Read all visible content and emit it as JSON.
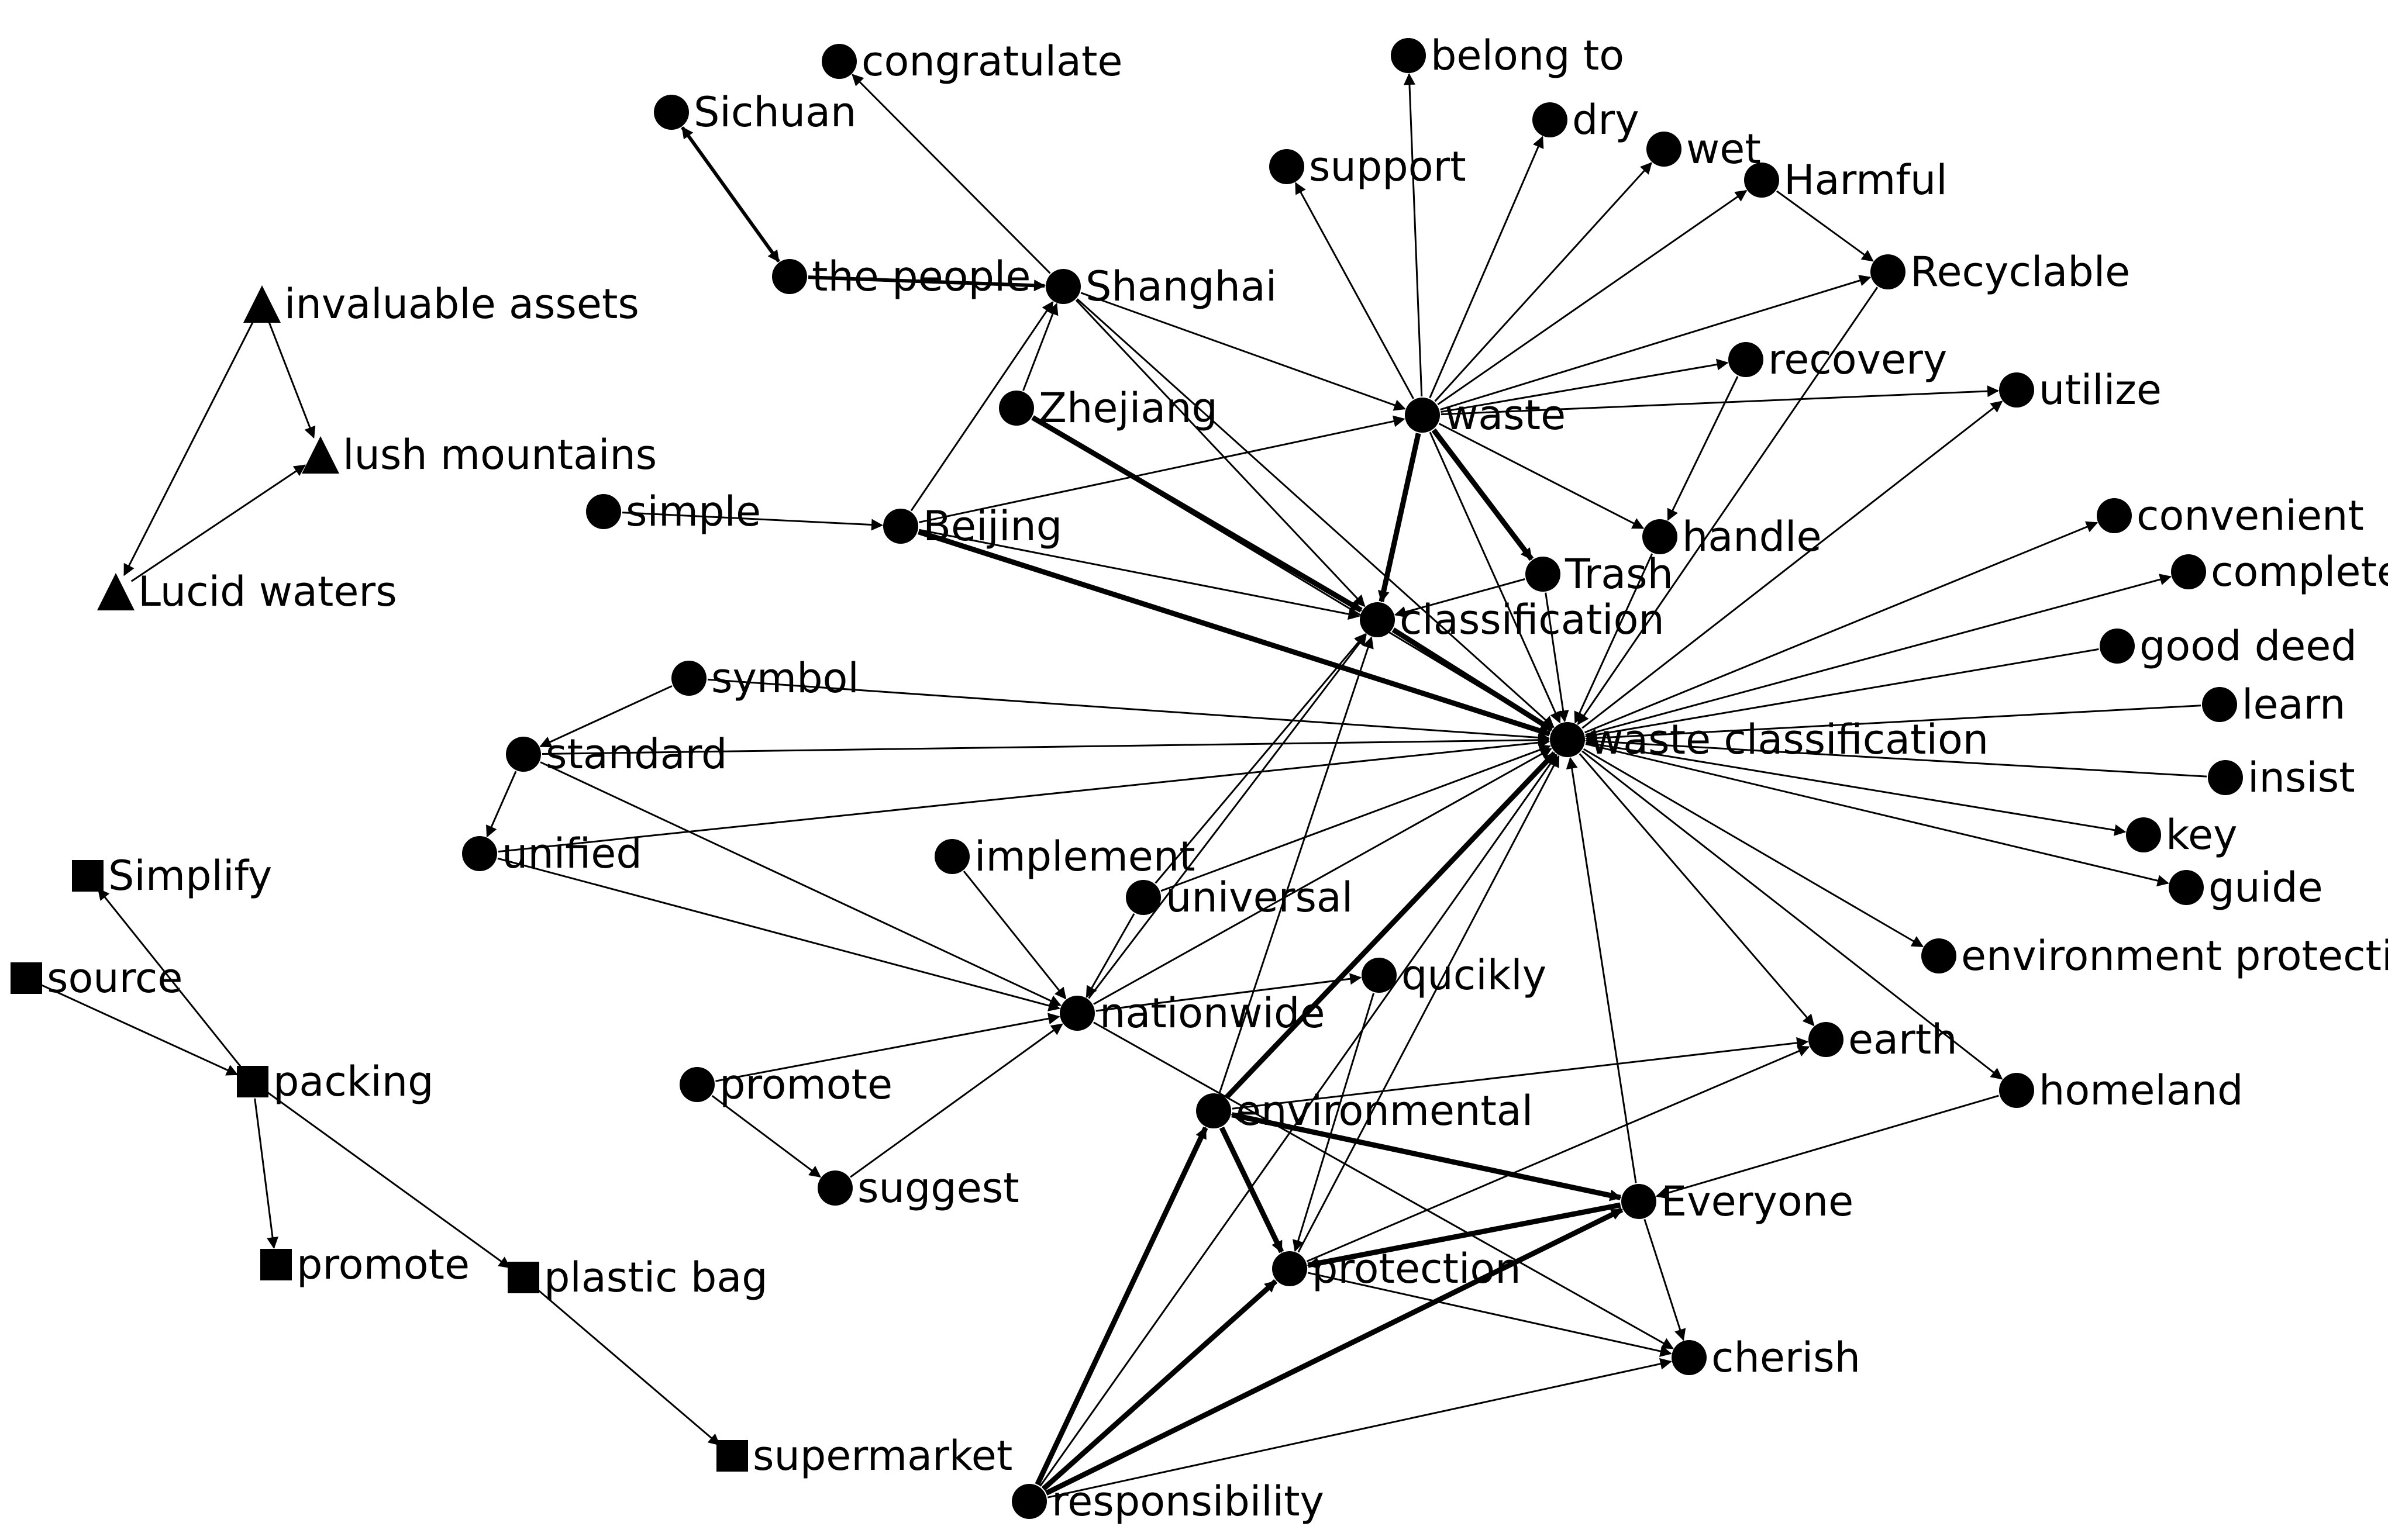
{
  "nodes": [
    {
      "id": "invaluable_assets",
      "label": "invaluable assets",
      "shape": "triangle"
    },
    {
      "id": "lush_mountains",
      "label": "lush mountains",
      "shape": "triangle"
    },
    {
      "id": "lucid_waters",
      "label": "Lucid waters",
      "shape": "triangle"
    },
    {
      "id": "simplify",
      "label": "Simplify",
      "shape": "square"
    },
    {
      "id": "source",
      "label": "source",
      "shape": "square"
    },
    {
      "id": "packing",
      "label": "packing",
      "shape": "square"
    },
    {
      "id": "promote_sq",
      "label": "promote",
      "shape": "square"
    },
    {
      "id": "plastic_bag",
      "label": "plastic bag",
      "shape": "square"
    },
    {
      "id": "supermarket",
      "label": "supermarket",
      "shape": "square"
    },
    {
      "id": "congratulate",
      "label": "congratulate",
      "shape": "circle"
    },
    {
      "id": "sichuan",
      "label": "Sichuan",
      "shape": "circle"
    },
    {
      "id": "the_people",
      "label": "the people",
      "shape": "circle"
    },
    {
      "id": "shanghai",
      "label": "Shanghai",
      "shape": "circle"
    },
    {
      "id": "zhejiang",
      "label": "Zhejiang",
      "shape": "circle"
    },
    {
      "id": "simple",
      "label": "simple",
      "shape": "circle"
    },
    {
      "id": "beijing",
      "label": "Beijing",
      "shape": "circle"
    },
    {
      "id": "belong_to",
      "label": "belong to",
      "shape": "circle"
    },
    {
      "id": "support",
      "label": "support",
      "shape": "circle"
    },
    {
      "id": "dry",
      "label": "dry",
      "shape": "circle"
    },
    {
      "id": "wet",
      "label": "wet",
      "shape": "circle"
    },
    {
      "id": "harmful",
      "label": "Harmful",
      "shape": "circle"
    },
    {
      "id": "recyclable",
      "label": "Recyclable",
      "shape": "circle"
    },
    {
      "id": "recovery",
      "label": "recovery",
      "shape": "circle"
    },
    {
      "id": "utilize",
      "label": "utilize",
      "shape": "circle"
    },
    {
      "id": "waste",
      "label": "waste",
      "shape": "circle"
    },
    {
      "id": "handle",
      "label": "handle",
      "shape": "circle"
    },
    {
      "id": "trash",
      "label": "Trash",
      "shape": "circle"
    },
    {
      "id": "classification",
      "label": "classification",
      "shape": "circle"
    },
    {
      "id": "waste_classification",
      "label": "waste classification",
      "shape": "circle"
    },
    {
      "id": "convenient",
      "label": "convenient",
      "shape": "circle"
    },
    {
      "id": "complete",
      "label": "complete",
      "shape": "circle"
    },
    {
      "id": "good_deed",
      "label": "good deed",
      "shape": "circle"
    },
    {
      "id": "learn",
      "label": "learn",
      "shape": "circle"
    },
    {
      "id": "insist",
      "label": "insist",
      "shape": "circle"
    },
    {
      "id": "key",
      "label": "key",
      "shape": "circle"
    },
    {
      "id": "guide",
      "label": "guide",
      "shape": "circle"
    },
    {
      "id": "environment_protection",
      "label": "environment protection",
      "shape": "circle"
    },
    {
      "id": "symbol",
      "label": "symbol",
      "shape": "circle"
    },
    {
      "id": "standard",
      "label": "standard",
      "shape": "circle"
    },
    {
      "id": "unified",
      "label": "unified",
      "shape": "circle"
    },
    {
      "id": "implement",
      "label": "implement",
      "shape": "circle"
    },
    {
      "id": "universal",
      "label": "universal",
      "shape": "circle"
    },
    {
      "id": "qucikly",
      "label": "qucikly",
      "shape": "circle"
    },
    {
      "id": "nationwide",
      "label": "nationwide",
      "shape": "circle"
    },
    {
      "id": "promote_c",
      "label": "promote",
      "shape": "circle"
    },
    {
      "id": "suggest",
      "label": "suggest",
      "shape": "circle"
    },
    {
      "id": "earth",
      "label": "earth",
      "shape": "circle"
    },
    {
      "id": "homeland",
      "label": "homeland",
      "shape": "circle"
    },
    {
      "id": "environmental",
      "label": "environmental",
      "shape": "circle"
    },
    {
      "id": "everyone",
      "label": "Everyone",
      "shape": "circle"
    },
    {
      "id": "protection",
      "label": "protection",
      "shape": "circle"
    },
    {
      "id": "cherish",
      "label": "cherish",
      "shape": "circle"
    },
    {
      "id": "responsibility",
      "label": "responsibility",
      "shape": "circle"
    }
  ],
  "edges": [
    {
      "source": "invaluable_assets",
      "target": "lush_mountains",
      "weight": 1
    },
    {
      "source": "invaluable_assets",
      "target": "lucid_waters",
      "weight": 1
    },
    {
      "source": "lucid_waters",
      "target": "lush_mountains",
      "weight": 1
    },
    {
      "source": "packing",
      "target": "simplify",
      "weight": 1
    },
    {
      "source": "source",
      "target": "packing",
      "weight": 1
    },
    {
      "source": "packing",
      "target": "promote_sq",
      "weight": 1
    },
    {
      "source": "packing",
      "target": "plastic_bag",
      "weight": 1
    },
    {
      "source": "plastic_bag",
      "target": "supermarket",
      "weight": 1
    },
    {
      "source": "the_people",
      "target": "sichuan",
      "weight": 1
    },
    {
      "source": "sichuan",
      "target": "the_people",
      "weight": 2
    },
    {
      "source": "shanghai",
      "target": "congratulate",
      "weight": 1
    },
    {
      "source": "the_people",
      "target": "shanghai",
      "weight": 2
    },
    {
      "source": "zhejiang",
      "target": "shanghai",
      "weight": 1
    },
    {
      "source": "beijing",
      "target": "shanghai",
      "weight": 1
    },
    {
      "source": "simple",
      "target": "beijing",
      "weight": 1
    },
    {
      "source": "shanghai",
      "target": "classification",
      "weight": 1
    },
    {
      "source": "shanghai",
      "target": "waste_classification",
      "weight": 1
    },
    {
      "source": "shanghai",
      "target": "waste",
      "weight": 1
    },
    {
      "source": "zhejiang",
      "target": "classification",
      "weight": 3
    },
    {
      "source": "zhejiang",
      "target": "waste_classification",
      "weight": 1
    },
    {
      "source": "beijing",
      "target": "classification",
      "weight": 1
    },
    {
      "source": "beijing",
      "target": "waste_classification",
      "weight": 3
    },
    {
      "source": "beijing",
      "target": "waste",
      "weight": 1
    },
    {
      "source": "waste",
      "target": "belong_to",
      "weight": 1
    },
    {
      "source": "waste",
      "target": "support",
      "weight": 1
    },
    {
      "source": "waste",
      "target": "dry",
      "weight": 1
    },
    {
      "source": "waste",
      "target": "wet",
      "weight": 1
    },
    {
      "source": "waste",
      "target": "harmful",
      "weight": 1
    },
    {
      "source": "harmful",
      "target": "recyclable",
      "weight": 1
    },
    {
      "source": "waste",
      "target": "recyclable",
      "weight": 1
    },
    {
      "source": "waste",
      "target": "recovery",
      "weight": 1
    },
    {
      "source": "waste",
      "target": "utilize",
      "weight": 1
    },
    {
      "source": "waste",
      "target": "handle",
      "weight": 1
    },
    {
      "source": "waste",
      "target": "trash",
      "weight": 3
    },
    {
      "source": "waste",
      "target": "classification",
      "weight": 3
    },
    {
      "source": "waste",
      "target": "waste_classification",
      "weight": 1
    },
    {
      "source": "recovery",
      "target": "handle",
      "weight": 1
    },
    {
      "source": "recyclable",
      "target": "waste_classification",
      "weight": 1
    },
    {
      "source": "trash",
      "target": "classification",
      "weight": 1
    },
    {
      "source": "trash",
      "target": "waste_classification",
      "weight": 1
    },
    {
      "source": "handle",
      "target": "waste_classification",
      "weight": 1
    },
    {
      "source": "classification",
      "target": "waste_classification",
      "weight": 3
    },
    {
      "source": "waste_classification",
      "target": "utilize",
      "weight": 1
    },
    {
      "source": "waste_classification",
      "target": "convenient",
      "weight": 1
    },
    {
      "source": "waste_classification",
      "target": "complete",
      "weight": 1
    },
    {
      "source": "good_deed",
      "target": "waste_classification",
      "weight": 1
    },
    {
      "source": "learn",
      "target": "waste_classification",
      "weight": 1
    },
    {
      "source": "insist",
      "target": "waste_classification",
      "weight": 1
    },
    {
      "source": "waste_classification",
      "target": "key",
      "weight": 1
    },
    {
      "source": "waste_classification",
      "target": "guide",
      "weight": 1
    },
    {
      "source": "waste_classification",
      "target": "environment_protection",
      "weight": 1
    },
    {
      "source": "waste_classification",
      "target": "earth",
      "weight": 1
    },
    {
      "source": "waste_classification",
      "target": "homeland",
      "weight": 1
    },
    {
      "source": "symbol",
      "target": "waste_classification",
      "weight": 1
    },
    {
      "source": "symbol",
      "target": "standard",
      "weight": 1
    },
    {
      "source": "standard",
      "target": "waste_classification",
      "weight": 1
    },
    {
      "source": "standard",
      "target": "unified",
      "weight": 1
    },
    {
      "source": "standard",
      "target": "nationwide",
      "weight": 1
    },
    {
      "source": "unified",
      "target": "waste_classification",
      "weight": 1
    },
    {
      "source": "unified",
      "target": "nationwide",
      "weight": 1
    },
    {
      "source": "implement",
      "target": "nationwide",
      "weight": 1
    },
    {
      "source": "universal",
      "target": "nationwide",
      "weight": 1
    },
    {
      "source": "universal",
      "target": "classification",
      "weight": 1
    },
    {
      "source": "universal",
      "target": "waste_classification",
      "weight": 1
    },
    {
      "source": "nationwide",
      "target": "waste_classification",
      "weight": 1
    },
    {
      "source": "nationwide",
      "target": "qucikly",
      "weight": 1
    },
    {
      "source": "nationwide",
      "target": "classification",
      "weight": 1
    },
    {
      "source": "promote_c",
      "target": "nationwide",
      "weight": 1
    },
    {
      "source": "promote_c",
      "target": "suggest",
      "weight": 1
    },
    {
      "source": "suggest",
      "target": "nationwide",
      "weight": 1
    },
    {
      "source": "nationwide",
      "target": "cherish",
      "weight": 1
    },
    {
      "source": "environmental",
      "target": "waste_classification",
      "weight": 3
    },
    {
      "source": "environmental",
      "target": "classification",
      "weight": 1
    },
    {
      "source": "environmental",
      "target": "earth",
      "weight": 1
    },
    {
      "source": "environmental",
      "target": "protection",
      "weight": 3
    },
    {
      "source": "environmental",
      "target": "everyone",
      "weight": 3
    },
    {
      "source": "everyone",
      "target": "environmental",
      "weight": 1
    },
    {
      "source": "everyone",
      "target": "waste_classification",
      "weight": 1
    },
    {
      "source": "everyone",
      "target": "protection",
      "weight": 3
    },
    {
      "source": "everyone",
      "target": "cherish",
      "weight": 1
    },
    {
      "source": "protection",
      "target": "earth",
      "weight": 1
    },
    {
      "source": "protection",
      "target": "cherish",
      "weight": 1
    },
    {
      "source": "protection",
      "target": "waste_classification",
      "weight": 1
    },
    {
      "source": "qucikly",
      "target": "protection",
      "weight": 1
    },
    {
      "source": "homeland",
      "target": "everyone",
      "weight": 1
    },
    {
      "source": "responsibility",
      "target": "environmental",
      "weight": 3
    },
    {
      "source": "responsibility",
      "target": "protection",
      "weight": 3
    },
    {
      "source": "responsibility",
      "target": "everyone",
      "weight": 3
    },
    {
      "source": "responsibility",
      "target": "cherish",
      "weight": 1
    },
    {
      "source": "responsibility",
      "target": "waste_classification",
      "weight": 1
    }
  ]
}
